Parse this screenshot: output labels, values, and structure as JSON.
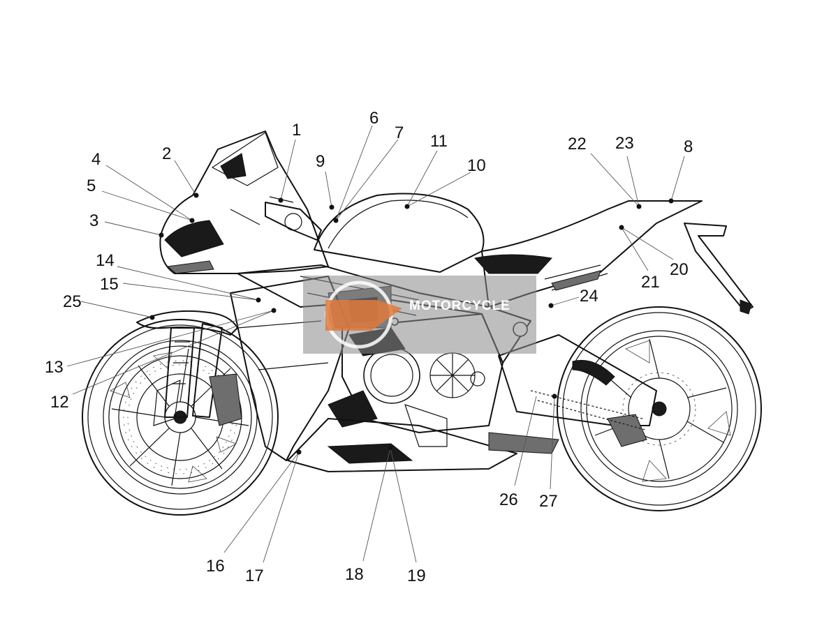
{
  "watermark": {
    "text": "MOTORCYCLE",
    "accent": "#e07a3c",
    "box": "#888888"
  },
  "callouts": [
    {
      "id": "1",
      "label": "1"
    },
    {
      "id": "2",
      "label": "2"
    },
    {
      "id": "3",
      "label": "3"
    },
    {
      "id": "4",
      "label": "4"
    },
    {
      "id": "5",
      "label": "5"
    },
    {
      "id": "6",
      "label": "6"
    },
    {
      "id": "7",
      "label": "7"
    },
    {
      "id": "8",
      "label": "8"
    },
    {
      "id": "9",
      "label": "9"
    },
    {
      "id": "10",
      "label": "10"
    },
    {
      "id": "11",
      "label": "11"
    },
    {
      "id": "12",
      "label": "12"
    },
    {
      "id": "13",
      "label": "13"
    },
    {
      "id": "14",
      "label": "14"
    },
    {
      "id": "15",
      "label": "15"
    },
    {
      "id": "16",
      "label": "16"
    },
    {
      "id": "17",
      "label": "17"
    },
    {
      "id": "18",
      "label": "18"
    },
    {
      "id": "19",
      "label": "19"
    },
    {
      "id": "20",
      "label": "20"
    },
    {
      "id": "21",
      "label": "21"
    },
    {
      "id": "22",
      "label": "22"
    },
    {
      "id": "23",
      "label": "23"
    },
    {
      "id": "24",
      "label": "24"
    },
    {
      "id": "25",
      "label": "25"
    },
    {
      "id": "26",
      "label": "26"
    },
    {
      "id": "27",
      "label": "27"
    }
  ]
}
